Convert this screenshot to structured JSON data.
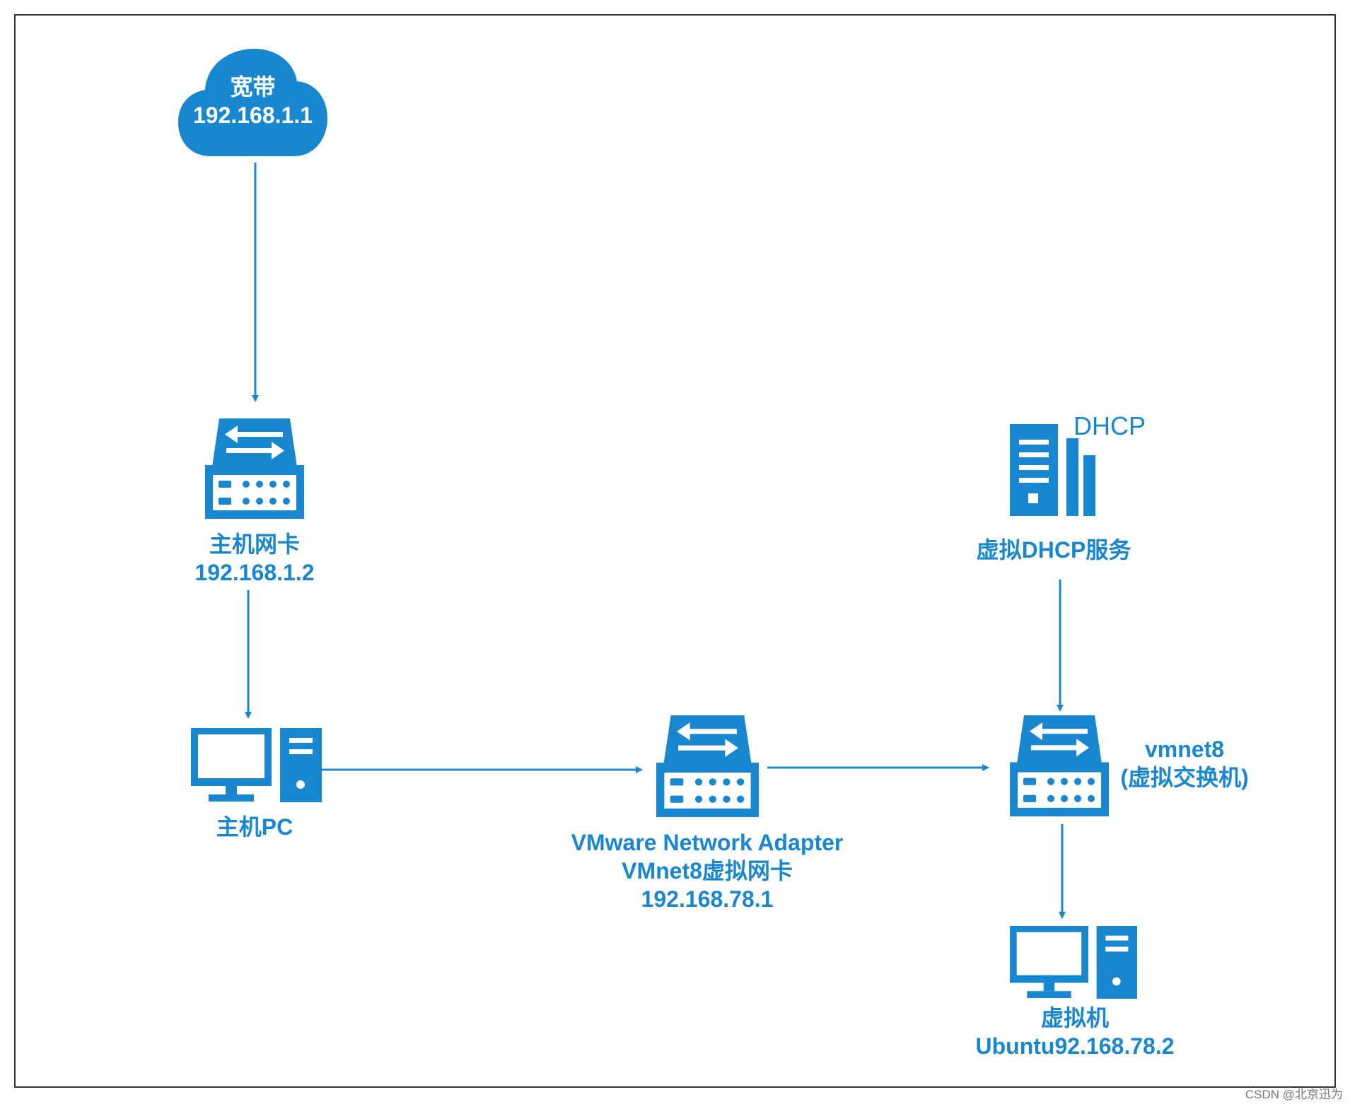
{
  "colors": {
    "accent": "#1987cf",
    "frame": "#333333",
    "background": "#ffffff"
  },
  "nodes": {
    "internet": {
      "icon": "cloud-icon",
      "line1": "宽带",
      "line2": "192.168.1.1"
    },
    "host_nic": {
      "icon": "switch-icon",
      "line1": "主机网卡",
      "line2": "192.168.1.2"
    },
    "host_pc": {
      "icon": "computer-icon",
      "line1": "主机PC"
    },
    "vmnet8_adapter": {
      "icon": "switch-icon",
      "line1": "VMware Network Adapter",
      "line2": "VMnet8虚拟网卡",
      "line3": "192.168.78.1"
    },
    "vmnet8_switch": {
      "icon": "switch-icon",
      "line1": "vmnet8",
      "line2": "(虚拟交换机)"
    },
    "dhcp": {
      "icon": "server-icon",
      "tag": "DHCP",
      "line1": "虚拟DHCP服务"
    },
    "vm": {
      "icon": "computer-icon",
      "line1": "虚拟机",
      "line2": "Ubuntu92.168.78.2"
    }
  },
  "credit": "CSDN @北京迅为"
}
